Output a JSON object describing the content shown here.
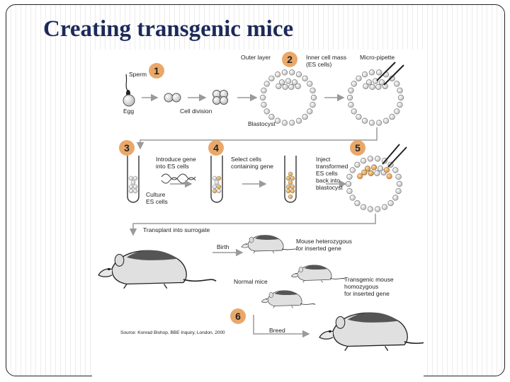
{
  "title": "Creating transgenic mice",
  "labels": {
    "sperm": "Sperm",
    "egg": "Egg",
    "cell_division": "Cell division",
    "outer_layer": "Outer layer",
    "inner_cell_mass": "Inner cell mass\n(ES cells)",
    "micro_pipette": "Micro-pipette",
    "blastocyst": "Blastocyst",
    "introduce_gene": "Introduce gene\ninto ES cells",
    "select_cells": "Select cells\ncontaining gene",
    "inject": "Inject\ntransformed\nES cells\nback into\nblastocyst",
    "culture": "Culture\nES cells",
    "transplant": "Transplant into surrogate",
    "birth": "Birth",
    "heterozygous": "Mouse heterozygous\nfor inserted gene",
    "normal_mice": "Normal mice",
    "homozygous": "Transgenic mouse\nhomozygous\nfor inserted gene",
    "breed": "Breed",
    "source": "Source: Konrad Bishop, BBE Inquiry, London, 2000"
  },
  "steps": [
    "1",
    "2",
    "3",
    "4",
    "5",
    "6"
  ],
  "colors": {
    "title": "#1c2a5a",
    "step_badge": "#e9a86a",
    "es_cell": "#e6a23c",
    "mouse_dark": "#555555"
  },
  "icons": [
    "arrow-icon",
    "mouse-icon",
    "test-tube-icon",
    "blastocyst-icon",
    "pipette-icon"
  ]
}
